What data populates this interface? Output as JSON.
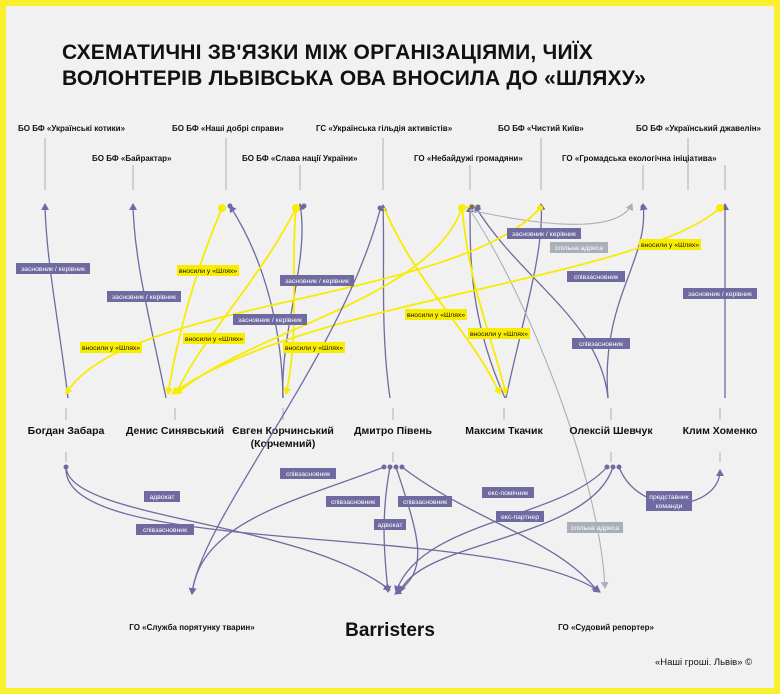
{
  "title": "Схематичні зв'язки між організаціями, чиїх волонтерів Львівська ОВА вносила до «Шляху»",
  "footer": "«Наші гроші. Львів» ©",
  "colors": {
    "border": "#f8ef2e",
    "background": "#f1f1f1",
    "purple": "#6f6aa0",
    "yellow": "#f8ec00",
    "grey": "#a9b0ba"
  },
  "organizations_top": [
    "БО БФ «Українські котики»",
    "БО БФ «Наші добрі справи»",
    "ГС «Українська гільдія активістів»",
    "БО БФ «Чистий Київ»",
    "БО БФ «Український джавелін»"
  ],
  "organizations_second": [
    "БО БФ «Байрактар»",
    "БО БФ «Слава нації України»",
    "ГО «Небайдужі громадяни»",
    "ГО «Громадська екологічна ініціатива»"
  ],
  "people": [
    "Богдан Забара",
    "Денис Синявський",
    "Євген Корчинський",
    "(Корчемний)",
    "Дмитро Півень",
    "Максим Ткачик",
    "Олексій Шевчук",
    "Клим Хоменко"
  ],
  "bottom_orgs": [
    "ГО «Служба порятунку тварин»",
    "Barristers",
    "ГО «Судовий репортер»"
  ],
  "tags": [
    "засновник / керівник",
    "засновник / керівник",
    "вносили у «Шлях»",
    "засновник / керівник",
    "засновник / керівник",
    "вносили у «Шлях»",
    "вносили у «Шлях»",
    "вносили у «Шлях»",
    "засновник / керівник",
    "спільна адреса",
    "співзасновник",
    "вносили у «Шлях»",
    "вносили у «Шлях»",
    "вносили у «Шлях»",
    "співзасновник",
    "засновник / керівник",
    "співзасновник",
    "адвокат",
    "співзасновник",
    "співзасновник",
    "співзасновник",
    "адвокат",
    "екс-помічник",
    "екс-партнер",
    "спільна адреса",
    "представник",
    "команди"
  ]
}
